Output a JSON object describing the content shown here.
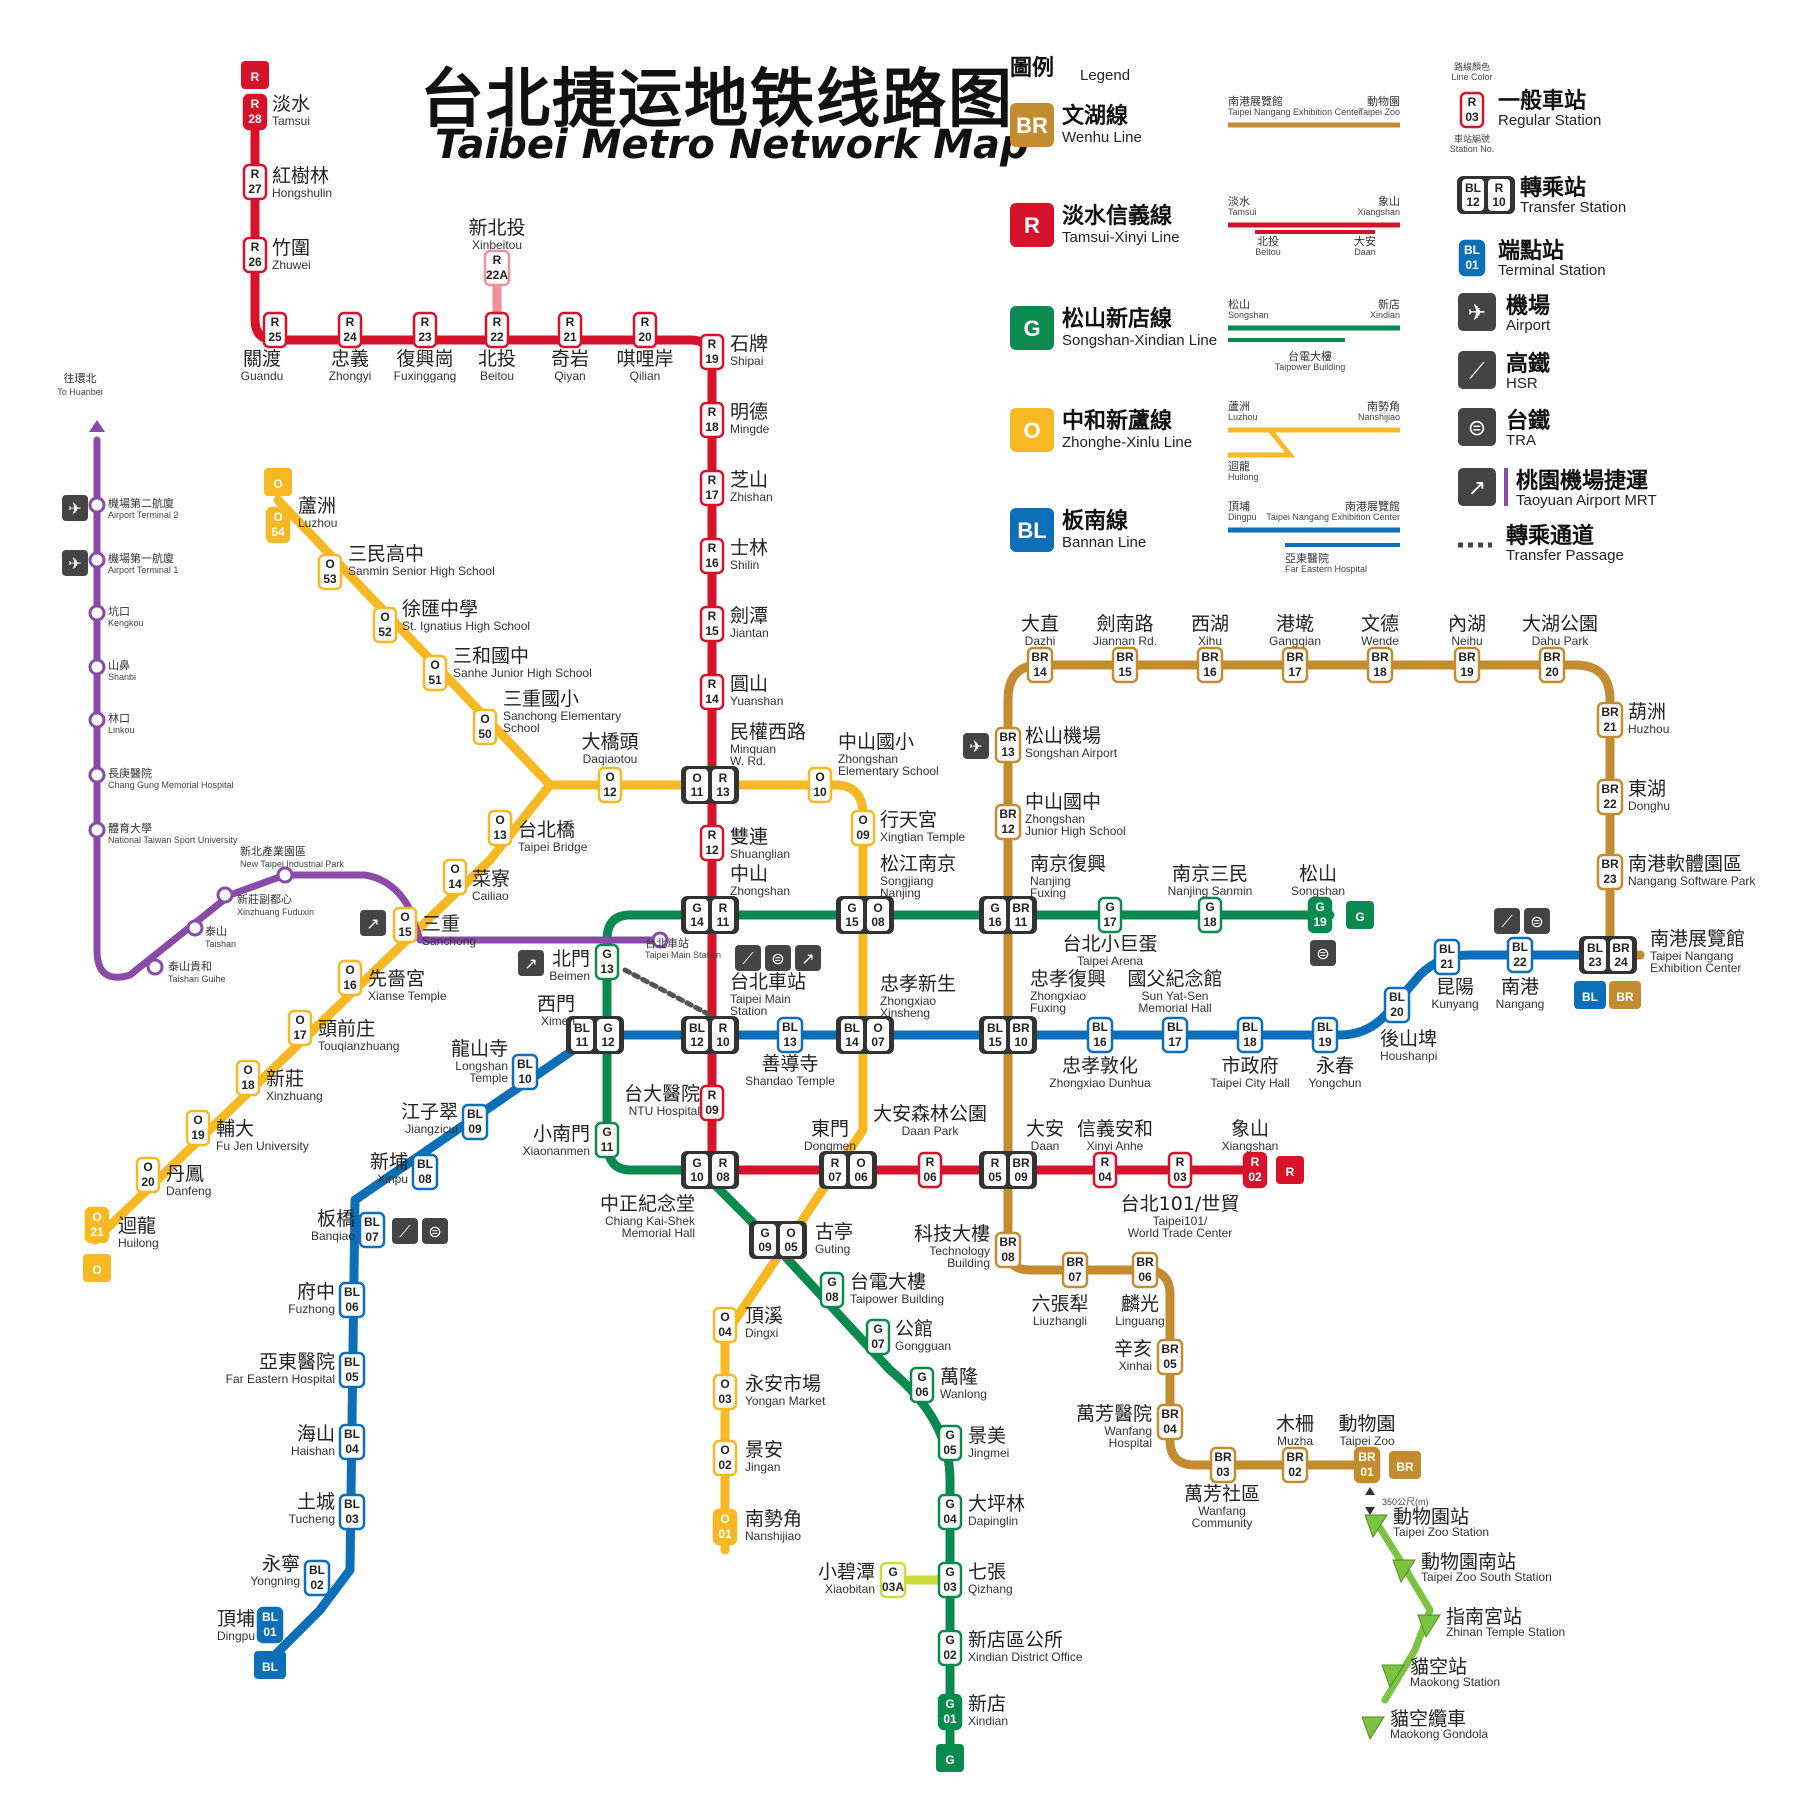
{
  "title": {
    "zh": "台北捷运地铁线路图",
    "en": "Taibei Metro Network Map"
  },
  "colors": {
    "R": "#d7132b",
    "BR": "#c48c31",
    "G": "#0b8a4f",
    "O": "#f6b823",
    "BL": "#0c6fb7",
    "A": "#8a4aa8",
    "M": "#7cc243",
    "R22A": "#f0909c",
    "G03A": "#cddc39"
  },
  "legend": {
    "title_zh": "圖例",
    "title_en": "Legend",
    "lines": [
      {
        "code": "BR",
        "zh": "文湖線",
        "en": "Wenhu Line",
        "from_zh": "南港展覽館",
        "from_en": "Taipei Nangang Exhibition Center",
        "to_zh": "動物園",
        "to_en": "Taipei Zoo"
      },
      {
        "code": "R",
        "zh": "淡水信義線",
        "en": "Tamsui-Xinyi Line",
        "from_zh": "淡水",
        "from_en": "Tamsui",
        "to_zh": "象山",
        "to_en": "Xiangshan",
        "b_from_zh": "北投",
        "b_from_en": "Beitou",
        "b_to_zh": "大安",
        "b_to_en": "Daan"
      },
      {
        "code": "G",
        "zh": "松山新店線",
        "en": "Songshan-Xindian Line",
        "from_zh": "松山",
        "from_en": "Songshan",
        "to_zh": "新店",
        "to_en": "Xindian",
        "b_zh": "台電大樓",
        "b_en": "Taipower Building"
      },
      {
        "code": "O",
        "zh": "中和新蘆線",
        "en": "Zhonghe-Xinlu Line",
        "from_zh": "蘆洲",
        "from_en": "Luzhou",
        "b_zh": "迴龍",
        "b_en": "Huilong",
        "to_zh": "南勢角",
        "to_en": "Nanshijiao"
      },
      {
        "code": "BL",
        "zh": "板南線",
        "en": "Bannan Line",
        "from_zh": "頂埔",
        "from_en": "Dingpu",
        "to_zh": "南港展覽館",
        "to_en": "Taipei Nangang Exhibition Center",
        "b_zh": "亞東醫院",
        "b_en": "Far Eastern Hospital"
      }
    ],
    "symbols": [
      {
        "zh": "一般車站",
        "en": "Regular Station",
        "note_top_zh": "路線顏色",
        "note_top_en": "Line Color",
        "note_bot_zh": "車站編號",
        "note_bot_en": "Station No.",
        "sample": "R 03"
      },
      {
        "zh": "轉乘站",
        "en": "Transfer Station",
        "sample_a": "BL 12",
        "sample_b": "R 10"
      },
      {
        "zh": "端點站",
        "en": "Terminal Station",
        "sample": "BL 01"
      },
      {
        "zh": "機場",
        "en": "Airport"
      },
      {
        "zh": "高鐵",
        "en": "HSR"
      },
      {
        "zh": "台鐵",
        "en": "TRA"
      },
      {
        "zh": "桃園機場捷運",
        "en": "Taoyuan Airport MRT"
      },
      {
        "zh": "轉乘通道",
        "en": "Transfer Passage"
      }
    ]
  },
  "airport_line": {
    "top_zh": "往環北",
    "top_en": "To Huanbei",
    "stations": [
      {
        "zh": "機場第二航廈",
        "en": "Airport Terminal 2"
      },
      {
        "zh": "機場第一航廈",
        "en": "Airport Terminal 1"
      },
      {
        "zh": "坑口",
        "en": "Kengkou"
      },
      {
        "zh": "山鼻",
        "en": "Shanbi"
      },
      {
        "zh": "林口",
        "en": "Linkou"
      },
      {
        "zh": "長庚醫院",
        "en": "Chang Gung Memorial Hospital"
      },
      {
        "zh": "體育大學",
        "en": "National Taiwan Sport University"
      },
      {
        "zh": "泰山貴和",
        "en": "Taishan Guihe"
      },
      {
        "zh": "泰山",
        "en": "Taishan"
      },
      {
        "zh": "新莊副都心",
        "en": "Xinzhuang Fuduxin"
      },
      {
        "zh": "新北產業園區",
        "en": "New Taipei Industrial Park"
      },
      {
        "zh": "台北車站",
        "en": "Taipei Main Station"
      }
    ]
  },
  "gondola": {
    "distance": "350公尺(m)",
    "stations": [
      {
        "zh": "動物園站",
        "en": "Taipei Zoo Station"
      },
      {
        "zh": "動物園南站",
        "en": "Taipei Zoo South Station"
      },
      {
        "zh": "指南宮站",
        "en": "Zhinan Temple Station"
      },
      {
        "zh": "貓空站",
        "en": "Maokong Station"
      },
      {
        "zh": "貓空纜車",
        "en": "Maokong Gondola"
      }
    ]
  },
  "terminal_badges": [
    "R",
    "O",
    "O",
    "BL",
    "G",
    "BR",
    "R",
    "G",
    "BL",
    "BR"
  ],
  "stations": [
    {
      "id": "R28",
      "zh": "淡水",
      "en": "Tamsui"
    },
    {
      "id": "R27",
      "zh": "紅樹林",
      "en": "Hongshulin"
    },
    {
      "id": "R26",
      "zh": "竹圍",
      "en": "Zhuwei"
    },
    {
      "id": "R25",
      "zh": "關渡",
      "en": "Guandu"
    },
    {
      "id": "R24",
      "zh": "忠義",
      "en": "Zhongyi"
    },
    {
      "id": "R23",
      "zh": "復興崗",
      "en": "Fuxinggang"
    },
    {
      "id": "R22",
      "zh": "北投",
      "en": "Beitou"
    },
    {
      "id": "R22A",
      "zh": "新北投",
      "en": "Xinbeitou"
    },
    {
      "id": "R21",
      "zh": "奇岩",
      "en": "Qiyan"
    },
    {
      "id": "R20",
      "zh": "唭哩岸",
      "en": "Qilian"
    },
    {
      "id": "R19",
      "zh": "石牌",
      "en": "Shipai"
    },
    {
      "id": "R18",
      "zh": "明德",
      "en": "Mingde"
    },
    {
      "id": "R17",
      "zh": "芝山",
      "en": "Zhishan"
    },
    {
      "id": "R16",
      "zh": "士林",
      "en": "Shilin"
    },
    {
      "id": "R15",
      "zh": "劍潭",
      "en": "Jiantan"
    },
    {
      "id": "R14",
      "zh": "圓山",
      "en": "Yuanshan"
    },
    {
      "id": "R13",
      "zh": "民權西路",
      "en": "Minquan W. Rd."
    },
    {
      "id": "R12",
      "zh": "雙連",
      "en": "Shuanglian"
    },
    {
      "id": "R11",
      "zh": "中山",
      "en": "Zhongshan"
    },
    {
      "id": "R10",
      "zh": "台北車站",
      "en": "Taipei Main Station"
    },
    {
      "id": "R09",
      "zh": "台大醫院",
      "en": "NTU Hospital"
    },
    {
      "id": "R08",
      "zh": "中正紀念堂",
      "en": "Chiang Kai-Shek Memorial Hall"
    },
    {
      "id": "R07",
      "zh": "東門",
      "en": "Dongmen"
    },
    {
      "id": "R06",
      "zh": "大安森林公園",
      "en": "Daan Park"
    },
    {
      "id": "R05",
      "zh": "大安",
      "en": "Daan"
    },
    {
      "id": "R04",
      "zh": "信義安和",
      "en": "Xinyi Anhe"
    },
    {
      "id": "R03",
      "zh": "台北101/世貿",
      "en": "Taipei101/World Trade Center"
    },
    {
      "id": "R02",
      "zh": "象山",
      "en": "Xiangshan"
    },
    {
      "id": "O54",
      "zh": "蘆洲",
      "en": "Luzhou"
    },
    {
      "id": "O53",
      "zh": "三民高中",
      "en": "Sanmin Senior High School"
    },
    {
      "id": "O52",
      "zh": "徐匯中學",
      "en": "St. Ignatius High School"
    },
    {
      "id": "O51",
      "zh": "三和國中",
      "en": "Sanhe Junior High School"
    },
    {
      "id": "O50",
      "zh": "三重國小",
      "en": "Sanchong Elementary School"
    },
    {
      "id": "O12",
      "zh": "大橋頭",
      "en": "Daqiaotou"
    },
    {
      "id": "O10",
      "zh": "中山國小",
      "en": "Zhongshan Elementary School"
    },
    {
      "id": "O09",
      "zh": "行天宮",
      "en": "Xingtian Temple"
    },
    {
      "id": "O08",
      "zh": "松江南京",
      "en": "Songjiang Nanjing"
    },
    {
      "id": "O07",
      "zh": "忠孝新生",
      "en": "Zhongxiao Xinsheng"
    },
    {
      "id": "O05",
      "zh": "古亭",
      "en": "Guting"
    },
    {
      "id": "O04",
      "zh": "頂溪",
      "en": "Dingxi"
    },
    {
      "id": "O03",
      "zh": "永安市場",
      "en": "Yongan Market"
    },
    {
      "id": "O02",
      "zh": "景安",
      "en": "Jingan"
    },
    {
      "id": "O01",
      "zh": "南勢角",
      "en": "Nanshijiao"
    },
    {
      "id": "O13",
      "zh": "台北橋",
      "en": "Taipei Bridge"
    },
    {
      "id": "O14",
      "zh": "菜寮",
      "en": "Cailiao"
    },
    {
      "id": "O15",
      "zh": "三重",
      "en": "Sanchong"
    },
    {
      "id": "O16",
      "zh": "先嗇宮",
      "en": "Xianse Temple"
    },
    {
      "id": "O17",
      "zh": "頭前庄",
      "en": "Touqianzhuang"
    },
    {
      "id": "O18",
      "zh": "新莊",
      "en": "Xinzhuang"
    },
    {
      "id": "O19",
      "zh": "輔大",
      "en": "Fu Jen University"
    },
    {
      "id": "O20",
      "zh": "丹鳳",
      "en": "Danfeng"
    },
    {
      "id": "O21",
      "zh": "迴龍",
      "en": "Huilong"
    },
    {
      "id": "G19",
      "zh": "松山",
      "en": "Songshan"
    },
    {
      "id": "G18",
      "zh": "南京三民",
      "en": "Nanjing Sanmin"
    },
    {
      "id": "G17",
      "zh": "台北小巨蛋",
      "en": "Taipei Arena"
    },
    {
      "id": "G16",
      "zh": "南京復興",
      "en": "Nanjing Fuxing"
    },
    {
      "id": "G13",
      "zh": "北門",
      "en": "Beimen"
    },
    {
      "id": "G11",
      "zh": "小南門",
      "en": "Xiaonanmen"
    },
    {
      "id": "G08",
      "zh": "台電大樓",
      "en": "Taipower Building"
    },
    {
      "id": "G07",
      "zh": "公館",
      "en": "Gongguan"
    },
    {
      "id": "G06",
      "zh": "萬隆",
      "en": "Wanlong"
    },
    {
      "id": "G05",
      "zh": "景美",
      "en": "Jingmei"
    },
    {
      "id": "G04",
      "zh": "大坪林",
      "en": "Dapinglin"
    },
    {
      "id": "G03",
      "zh": "七張",
      "en": "Qizhang"
    },
    {
      "id": "G03A",
      "zh": "小碧潭",
      "en": "Xiaobitan"
    },
    {
      "id": "G02",
      "zh": "新店區公所",
      "en": "Xindian District Office"
    },
    {
      "id": "G01",
      "zh": "新店",
      "en": "Xindian"
    },
    {
      "id": "BL01",
      "zh": "頂埔",
      "en": "Dingpu"
    },
    {
      "id": "BL02",
      "zh": "永寧",
      "en": "Yongning"
    },
    {
      "id": "BL03",
      "zh": "土城",
      "en": "Tucheng"
    },
    {
      "id": "BL04",
      "zh": "海山",
      "en": "Haishan"
    },
    {
      "id": "BL05",
      "zh": "亞東醫院",
      "en": "Far Eastern Hospital"
    },
    {
      "id": "BL06",
      "zh": "府中",
      "en": "Fuzhong"
    },
    {
      "id": "BL07",
      "zh": "板橋",
      "en": "Banqiao"
    },
    {
      "id": "BL08",
      "zh": "新埔",
      "en": "Xinpu"
    },
    {
      "id": "BL09",
      "zh": "江子翠",
      "en": "Jiangzicui"
    },
    {
      "id": "BL10",
      "zh": "龍山寺",
      "en": "Longshan Temple"
    },
    {
      "id": "BL11",
      "zh": "西門",
      "en": "Ximen"
    },
    {
      "id": "BL13",
      "zh": "善導寺",
      "en": "Shandao Temple"
    },
    {
      "id": "BL16",
      "zh": "忠孝復興",
      "en": "Zhongxiao Fuxing"
    },
    {
      "id": "BL17",
      "zh": "國父紀念館",
      "en": "Sun Yat-Sen Memorial Hall"
    },
    {
      "id": "BL16b",
      "zh": "忠孝敦化",
      "en": "Zhongxiao Dunhua"
    },
    {
      "id": "BL18",
      "zh": "市政府",
      "en": "Taipei City Hall"
    },
    {
      "id": "BL19",
      "zh": "永春",
      "en": "Yongchun"
    },
    {
      "id": "BL20",
      "zh": "後山埤",
      "en": "Houshanpi"
    },
    {
      "id": "BL21",
      "zh": "昆陽",
      "en": "Kunyang"
    },
    {
      "id": "BL22",
      "zh": "南港",
      "en": "Nangang"
    },
    {
      "id": "BL23",
      "zh": "南港展覽館",
      "en": "Taipei Nangang Exhibition Center"
    },
    {
      "id": "BR14",
      "zh": "大直",
      "en": "Dazhi"
    },
    {
      "id": "BR15",
      "zh": "劍南路",
      "en": "Jiannan Rd."
    },
    {
      "id": "BR16",
      "zh": "西湖",
      "en": "Xihu"
    },
    {
      "id": "BR17",
      "zh": "港墘",
      "en": "Gangqian"
    },
    {
      "id": "BR18",
      "zh": "文德",
      "en": "Wende"
    },
    {
      "id": "BR19",
      "zh": "內湖",
      "en": "Neihu"
    },
    {
      "id": "BR20",
      "zh": "大湖公園",
      "en": "Dahu Park"
    },
    {
      "id": "BR21",
      "zh": "葫洲",
      "en": "Huzhou"
    },
    {
      "id": "BR22",
      "zh": "東湖",
      "en": "Donghu"
    },
    {
      "id": "BR23",
      "zh": "南港軟體園區",
      "en": "Nangang Software Park"
    },
    {
      "id": "BR13",
      "zh": "松山機場",
      "en": "Songshan Airport"
    },
    {
      "id": "BR12",
      "zh": "中山國中",
      "en": "Zhongshan Junior High School"
    },
    {
      "id": "BR08",
      "zh": "科技大樓",
      "en": "Technology Building"
    },
    {
      "id": "BR07",
      "zh": "六張犁",
      "en": "Liuzhangli"
    },
    {
      "id": "BR06",
      "zh": "麟光",
      "en": "Linguang"
    },
    {
      "id": "BR05",
      "zh": "辛亥",
      "en": "Xinhai"
    },
    {
      "id": "BR04",
      "zh": "萬芳醫院",
      "en": "Wanfang Hospital"
    },
    {
      "id": "BR03",
      "zh": "萬芳社區",
      "en": "Wanfang Community"
    },
    {
      "id": "BR02",
      "zh": "木柵",
      "en": "Muzha"
    },
    {
      "id": "BR01",
      "zh": "動物園",
      "en": "Taipei Zoo"
    }
  ],
  "codes": {
    "R28": [
      "R",
      "28"
    ],
    "R27": [
      "R",
      "27"
    ],
    "R26": [
      "R",
      "26"
    ],
    "R25": [
      "R",
      "25"
    ],
    "R24": [
      "R",
      "24"
    ],
    "R23": [
      "R",
      "23"
    ],
    "R22": [
      "R",
      "22"
    ],
    "R22A": [
      "R",
      "22A"
    ],
    "R21": [
      "R",
      "21"
    ],
    "R20": [
      "R",
      "20"
    ],
    "R19": [
      "R",
      "19"
    ],
    "R18": [
      "R",
      "18"
    ],
    "R17": [
      "R",
      "17"
    ],
    "R16": [
      "R",
      "16"
    ],
    "R15": [
      "R",
      "15"
    ],
    "R14": [
      "R",
      "14"
    ],
    "R12": [
      "R",
      "12"
    ],
    "R09": [
      "R",
      "09"
    ],
    "R06": [
      "R",
      "06"
    ],
    "R04": [
      "R",
      "04"
    ],
    "R03": [
      "R",
      "03"
    ],
    "R02": [
      "R",
      "02"
    ],
    "O54": [
      "O",
      "54"
    ],
    "O53": [
      "O",
      "53"
    ],
    "O52": [
      "O",
      "52"
    ],
    "O51": [
      "O",
      "51"
    ],
    "O50": [
      "O",
      "50"
    ],
    "O12": [
      "O",
      "12"
    ],
    "O10": [
      "O",
      "10"
    ],
    "O09": [
      "O",
      "09"
    ],
    "O04": [
      "O",
      "04"
    ],
    "O03": [
      "O",
      "03"
    ],
    "O02": [
      "O",
      "02"
    ],
    "O01": [
      "O",
      "01"
    ],
    "O13": [
      "O",
      "13"
    ],
    "O14": [
      "O",
      "14"
    ],
    "O15": [
      "O",
      "15"
    ],
    "O16": [
      "O",
      "16"
    ],
    "O17": [
      "O",
      "17"
    ],
    "O18": [
      "O",
      "18"
    ],
    "O19": [
      "O",
      "19"
    ],
    "O20": [
      "O",
      "20"
    ],
    "O21": [
      "O",
      "21"
    ],
    "G19": [
      "G",
      "19"
    ],
    "G18": [
      "G",
      "18"
    ],
    "G17": [
      "G",
      "17"
    ],
    "G13": [
      "G",
      "13"
    ],
    "G11": [
      "G",
      "11"
    ],
    "G08": [
      "G",
      "08"
    ],
    "G07": [
      "G",
      "07"
    ],
    "G06": [
      "G",
      "06"
    ],
    "G05": [
      "G",
      "05"
    ],
    "G04": [
      "G",
      "04"
    ],
    "G03": [
      "G",
      "03"
    ],
    "G03A": [
      "G",
      "03A"
    ],
    "G02": [
      "G",
      "02"
    ],
    "G01": [
      "G",
      "01"
    ],
    "BL01": [
      "BL",
      "01"
    ],
    "BL02": [
      "BL",
      "02"
    ],
    "BL03": [
      "BL",
      "03"
    ],
    "BL04": [
      "BL",
      "04"
    ],
    "BL05": [
      "BL",
      "05"
    ],
    "BL06": [
      "BL",
      "06"
    ],
    "BL07": [
      "BL",
      "07"
    ],
    "BL08": [
      "BL",
      "08"
    ],
    "BL09": [
      "BL",
      "09"
    ],
    "BL10": [
      "BL",
      "10"
    ],
    "BL13": [
      "BL",
      "13"
    ],
    "BL16": [
      "BL",
      "16"
    ],
    "BL17": [
      "BL",
      "17"
    ],
    "BL18": [
      "BL",
      "18"
    ],
    "BL19": [
      "BL",
      "19"
    ],
    "BL20": [
      "BL",
      "20"
    ],
    "BL21": [
      "BL",
      "21"
    ],
    "BL22": [
      "BL",
      "22"
    ],
    "BR14": [
      "BR",
      "14"
    ],
    "BR15": [
      "BR",
      "15"
    ],
    "BR16": [
      "BR",
      "16"
    ],
    "BR17": [
      "BR",
      "17"
    ],
    "BR18": [
      "BR",
      "18"
    ],
    "BR19": [
      "BR",
      "19"
    ],
    "BR20": [
      "BR",
      "20"
    ],
    "BR21": [
      "BR",
      "21"
    ],
    "BR22": [
      "BR",
      "22"
    ],
    "BR23": [
      "BR",
      "23"
    ],
    "BR13": [
      "BR",
      "13"
    ],
    "BR12": [
      "BR",
      "12"
    ],
    "BR08": [
      "BR",
      "08"
    ],
    "BR07": [
      "BR",
      "07"
    ],
    "BR06": [
      "BR",
      "06"
    ],
    "BR05": [
      "BR",
      "05"
    ],
    "BR04": [
      "BR",
      "04"
    ],
    "BR03": [
      "BR",
      "03"
    ],
    "BR02": [
      "BR",
      "02"
    ],
    "BR01": [
      "BR",
      "01"
    ]
  },
  "transfers": [
    [
      "O",
      "11",
      "R",
      "13"
    ],
    [
      "R",
      "14",
      "",
      ""
    ],
    [
      "G",
      "14",
      "R",
      "11"
    ],
    [
      "G",
      "15",
      "O",
      "08"
    ],
    [
      "G",
      "16",
      "BR",
      "11"
    ],
    [
      "BL",
      "12",
      "R",
      "10"
    ],
    [
      "BL",
      "11",
      "G",
      "12"
    ],
    [
      "BL",
      "14",
      "O",
      "07"
    ],
    [
      "BL",
      "15",
      "BR",
      "10"
    ],
    [
      "G",
      "10",
      "R",
      "08"
    ],
    [
      "R",
      "07",
      "O",
      "06"
    ],
    [
      "R",
      "05",
      "BR",
      "09"
    ],
    [
      "G",
      "09",
      "O",
      "05"
    ],
    [
      "BL",
      "23",
      "BR",
      "24"
    ]
  ]
}
